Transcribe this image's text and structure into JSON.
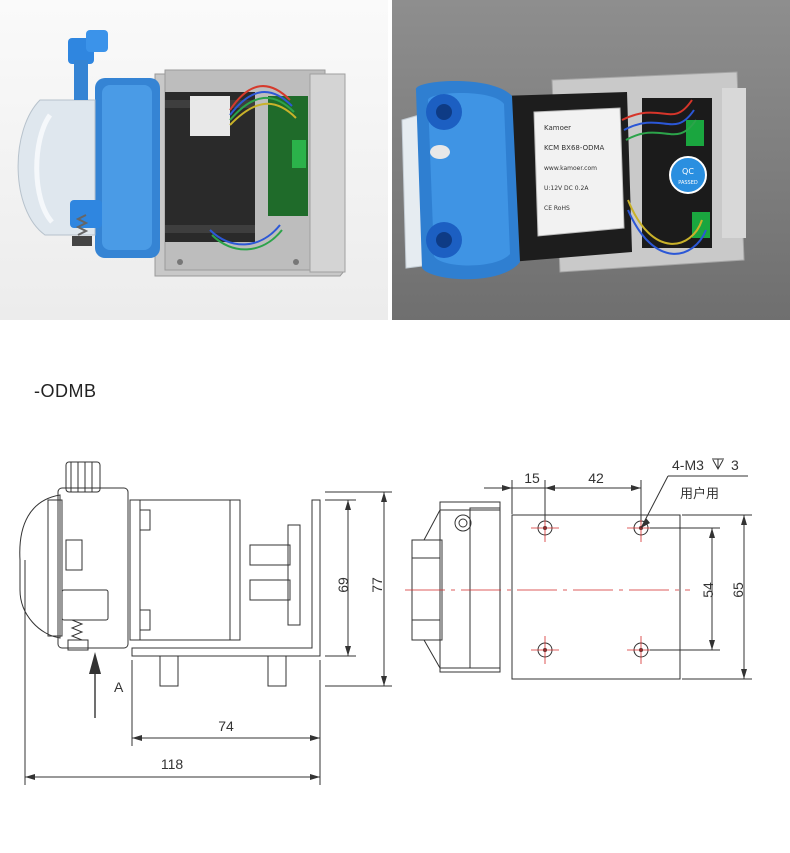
{
  "model_label": "-ODMB",
  "photos": {
    "left": {
      "description_icon": "pump-side-photo"
    },
    "right": {
      "description_icon": "pump-angle-photo",
      "motor_label_lines": [
        "Kamoer",
        "KCM BX68-ODMA",
        "www.kamoer.com",
        "U:12V DC 0.2A",
        "CE RoHS"
      ],
      "qc_sticker": [
        "QC",
        "PASSED"
      ]
    }
  },
  "drawing": {
    "dim_118": "118",
    "dim_74": "74",
    "dim_69": "69",
    "dim_77": "77",
    "dim_15": "15",
    "dim_42": "42",
    "dim_54": "54",
    "dim_65": "65",
    "hole_spec": "4-M3",
    "hole_depth": "3",
    "hole_note": "用户用",
    "view_arrow": "A"
  }
}
